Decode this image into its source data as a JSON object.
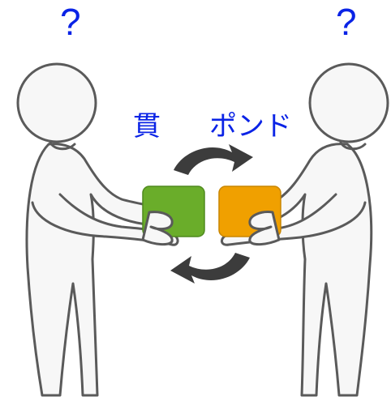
{
  "labels": {
    "question_left": "?",
    "question_right": "?",
    "currency_left": "貫",
    "currency_right": "ポンド"
  },
  "colors": {
    "text_blue": "#0a23e6",
    "block_left_green": "#6aad2a",
    "block_right_orange": "#f0a000",
    "arrow_dark": "#3c3c3c",
    "outline": "#5a5a5a",
    "fill": "#f7f7f7"
  },
  "icons": [
    "person-figure",
    "exchange-arrows",
    "green-block",
    "orange-block"
  ]
}
